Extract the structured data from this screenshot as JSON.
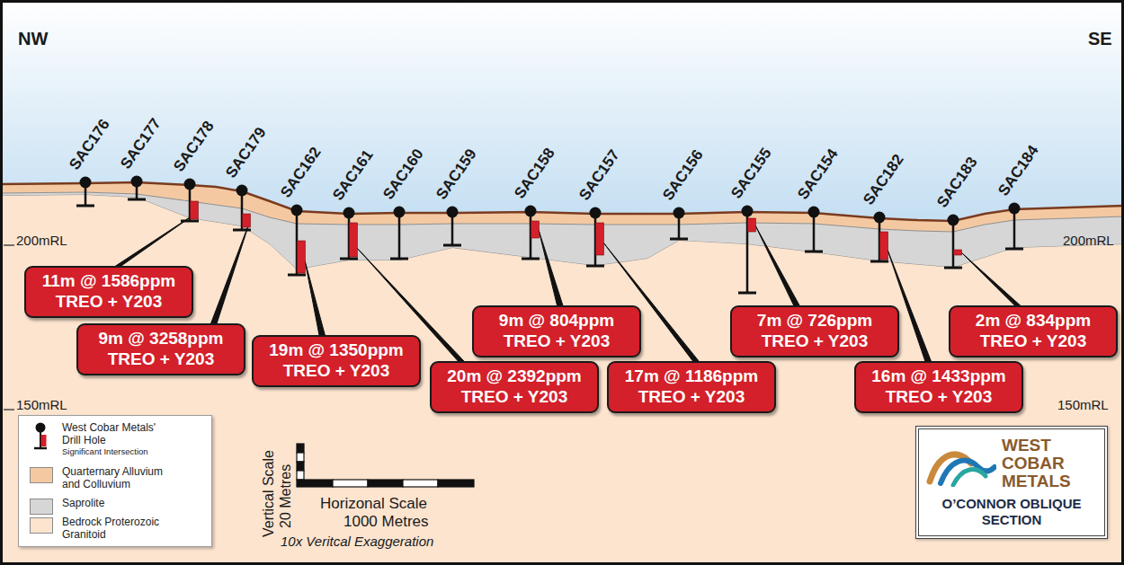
{
  "diagram": {
    "nodes": [
      {
        "text": [
          "11m @ 1586ppm TREO + Y203"
        ]
      },
      {
        "text": [
          "9m @ 3258ppm TREO + Y203"
        ]
      },
      {
        "text": [
          "19m @ 1350ppm TREO + Y203"
        ]
      },
      {
        "text": [
          "20m @ 2392ppm TREO + Y203"
        ]
      },
      {
        "text": [
          "9m @ 804ppm TREO + Y203"
        ]
      },
      {
        "text": [
          "17m @ 1186ppm TREO + Y203"
        ]
      },
      {
        "text": [
          "7m @ 726ppm TREO + Y203"
        ]
      },
      {
        "text": [
          "16m @ 1433ppm TREO + Y203"
        ]
      },
      {
        "text": [
          "2m @ 834ppm TREO + Y203"
        ]
      },
      {
        "text": [
          "WEST COBAR METALS",
          "O’CONNOR OBLIQUE SECTION"
        ]
      }
    ],
    "labels": [
      "NW",
      "SE",
      "SAC176",
      "SAC177",
      "SAC178",
      "SAC179",
      "SAC162",
      "SAC161",
      "SAC160",
      "SAC159",
      "SAC158",
      "SAC157",
      "SAC156",
      "SAC155",
      "SAC154",
      "SAC182",
      "SAC183",
      "SAC184",
      "200mRL",
      "200mRL",
      "150mRL",
      "150mRL",
      "Vertical Scale",
      "20 Metres",
      "Horizonal Scale",
      "1000 Metres",
      "10x Veritcal Exaggeration",
      "Significant Intersection"
    ],
    "legend": [
      {
        "text": "West Cobar Metals' Drill Hole"
      },
      {
        "text": "Quarternary Alluvium and Colluvium",
        "color": "#f4c9a2"
      },
      {
        "text": "Saprolite",
        "color": "#d6d6d6"
      },
      {
        "text": "Bedrock Proterozoic Granitoid",
        "color": "#fce4cf"
      }
    ]
  }
}
